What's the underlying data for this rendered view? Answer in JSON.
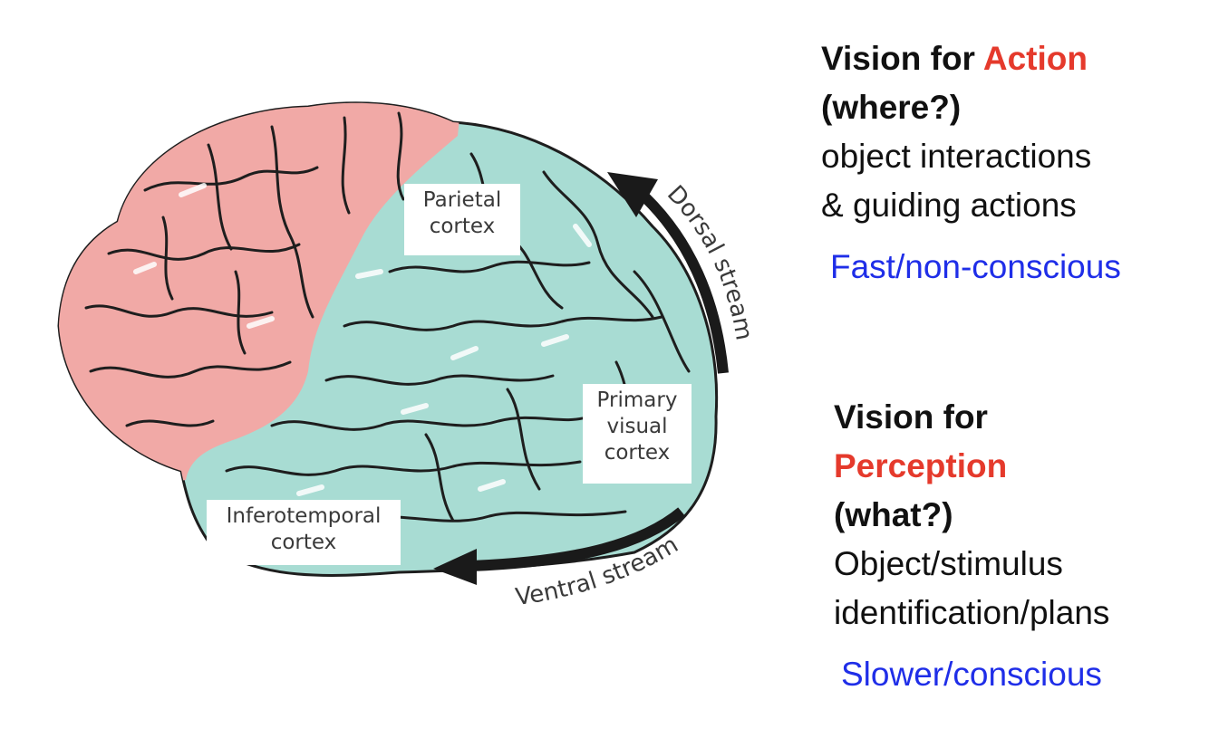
{
  "colors": {
    "frontal_lobe": "#f1a9a6",
    "visual_cortex": "#a8dcd3",
    "sulcus_shadow": "#7e8d8b",
    "arrow": "#1a1a1a",
    "accent_red": "#e53a2c",
    "accent_blue": "#1f2ee8"
  },
  "diagram": {
    "labels": {
      "parietal": [
        "Parietal",
        "cortex"
      ],
      "primary_visual": [
        "Primary",
        "visual",
        "cortex"
      ],
      "inferotemporal": [
        "Inferotemporal",
        "cortex"
      ]
    },
    "streams": {
      "dorsal": "Dorsal stream",
      "ventral": "Ventral stream"
    }
  },
  "action_block": {
    "prefix": "Vision for ",
    "keyword": "Action",
    "question": "(where?)",
    "desc_lines": [
      "object interactions",
      "& guiding actions"
    ],
    "speed": "Fast/non-conscious"
  },
  "perception_block": {
    "prefix": "Vision for",
    "keyword": "Perception",
    "question": "(what?)",
    "desc_lines": [
      "Object/stimulus",
      "identification/plans"
    ],
    "speed": "Slower/conscious"
  }
}
